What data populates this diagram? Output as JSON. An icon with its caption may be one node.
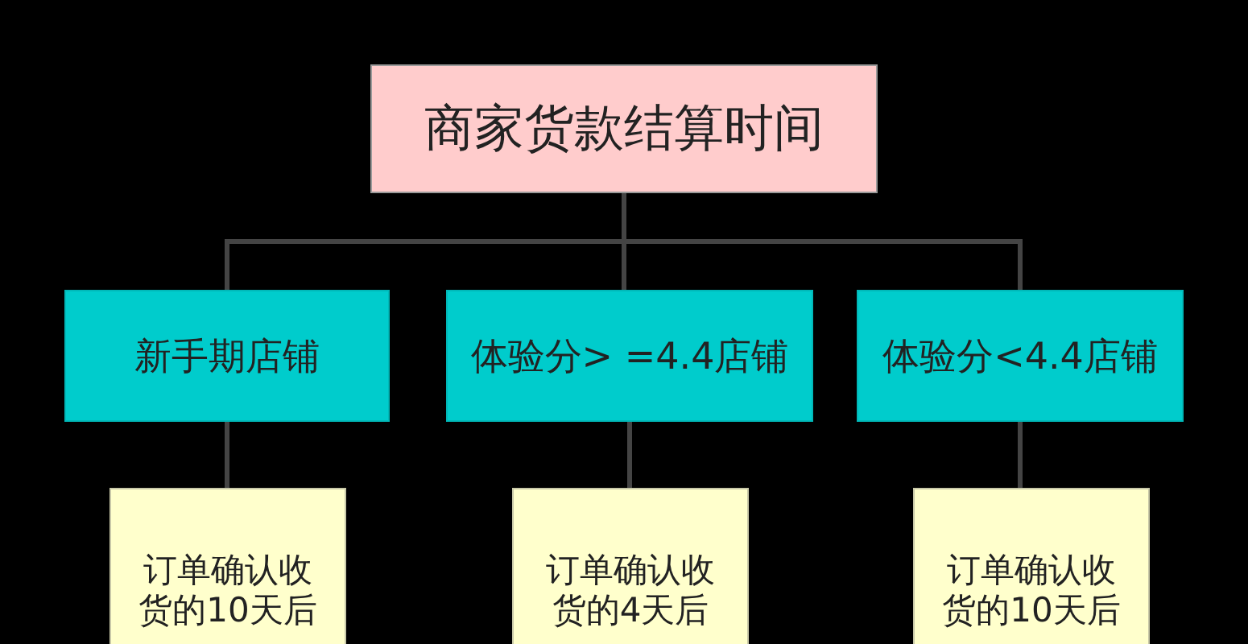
{
  "diagram": {
    "nodes": [
      {
        "text": [
          "商家货款结算时间"
        ]
      },
      {
        "text": [
          "新手期店铺"
        ]
      },
      {
        "text": [
          "体验分> =4.4店铺"
        ]
      },
      {
        "text": [
          "体验分<4.4店铺"
        ]
      },
      {
        "text": [
          "订单确认收货的10天后"
        ]
      },
      {
        "text": [
          "订单确认收货的4天后"
        ]
      },
      {
        "text": [
          "订单确认收货的10天后"
        ]
      }
    ],
    "edges": [
      {
        "from": 0,
        "to": 1,
        "arrow": "none"
      },
      {
        "from": 0,
        "to": 2,
        "arrow": "none"
      },
      {
        "from": 0,
        "to": 3,
        "arrow": "none"
      },
      {
        "from": 1,
        "to": 4,
        "arrow": "none"
      },
      {
        "from": 2,
        "to": 5,
        "arrow": "none"
      },
      {
        "from": 3,
        "to": 6,
        "arrow": "none"
      }
    ]
  }
}
